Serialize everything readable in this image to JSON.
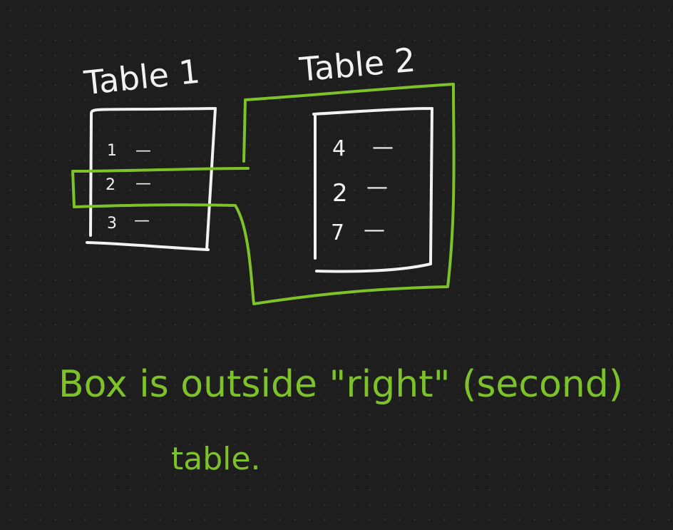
{
  "table1": {
    "title": "Table 1",
    "rows": [
      {
        "key": "1",
        "dash": "—"
      },
      {
        "key": "2",
        "dash": "—"
      },
      {
        "key": "3",
        "dash": "—"
      }
    ]
  },
  "table2": {
    "title": "Table 2",
    "rows": [
      {
        "key": "4",
        "dash": "—"
      },
      {
        "key": "2",
        "dash": "—"
      },
      {
        "key": "7",
        "dash": "—"
      }
    ]
  },
  "caption": {
    "line1": "Box is outside \"right\" (second)",
    "line2": "table."
  },
  "colors": {
    "background": "#1e1e1e",
    "ink_white": "#f2f2f2",
    "ink_green": "#7ec22a"
  }
}
